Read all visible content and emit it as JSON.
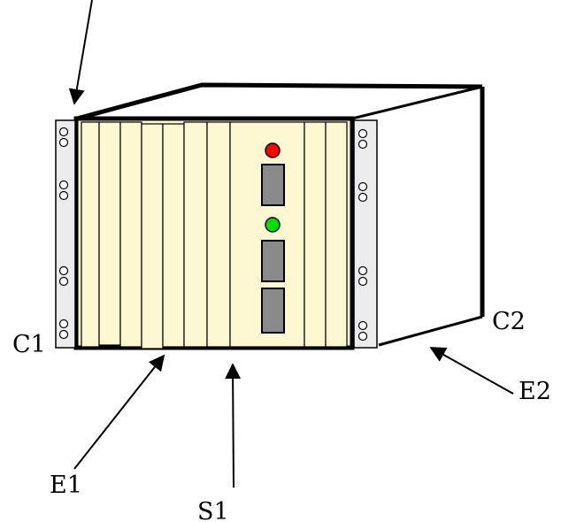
{
  "labels": {
    "c1": "C1",
    "c2": "C2",
    "e1": "E1",
    "e2": "E2",
    "s1": "S1"
  },
  "colors": {
    "card_fill": "#fdf8d2",
    "ear_fill": "#ececec",
    "led_red": "#ff0000",
    "led_green": "#00dd00",
    "connector_fill": "#8a8a8a",
    "outline": "#000000"
  }
}
